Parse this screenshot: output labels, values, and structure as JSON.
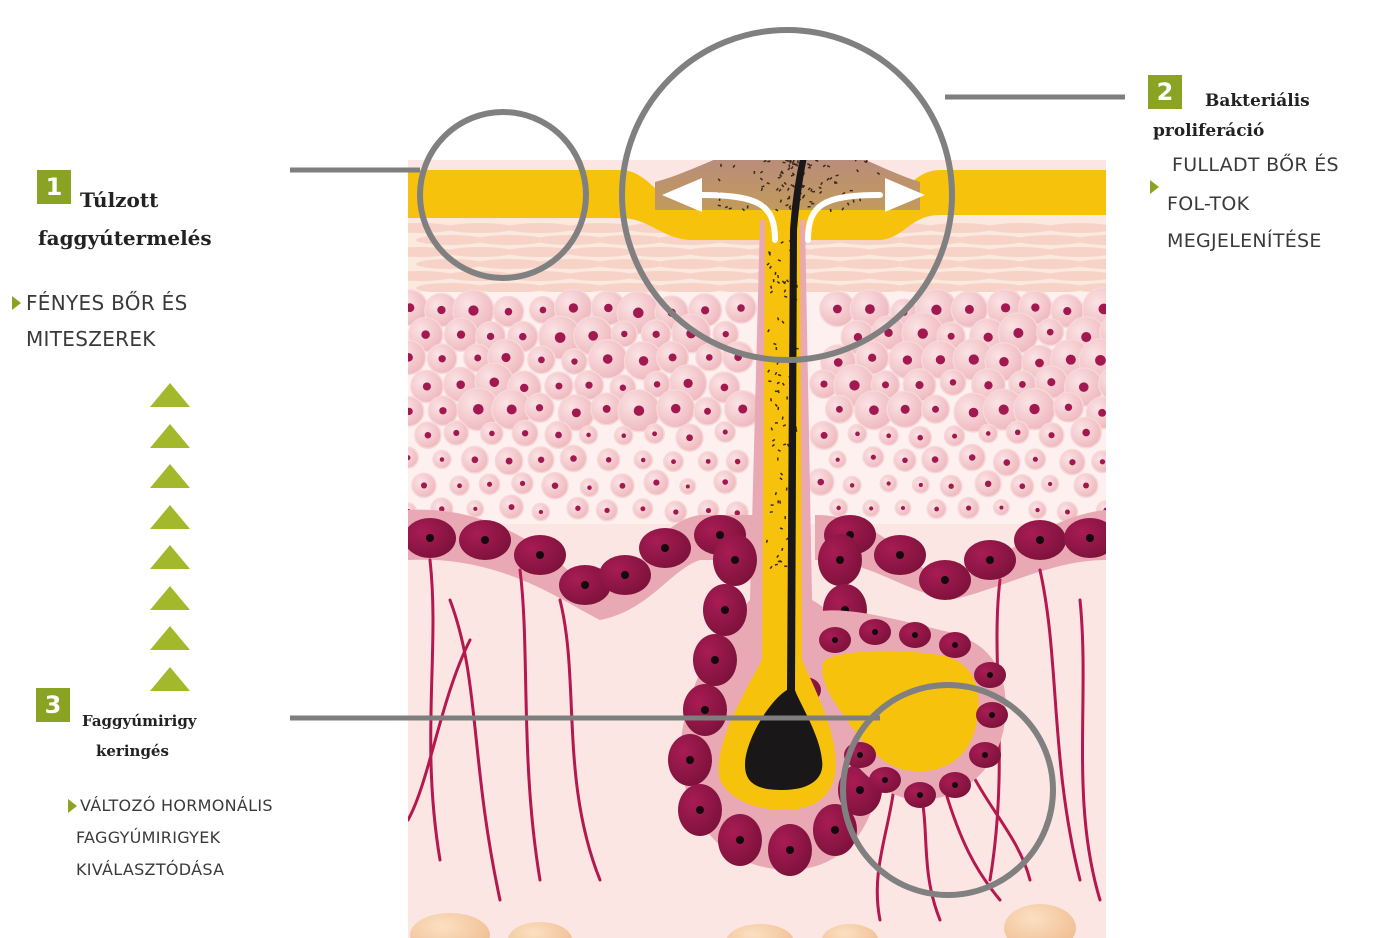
{
  "colors": {
    "badge": "#8aa323",
    "bullet": "#8aa323",
    "triangle": "#a3b82a",
    "sebum": "#f7c20b",
    "dermis": "#f9e3df",
    "cell": "#f2c3c7",
    "nucleus": "#a21850",
    "basal_cell": "#8c1543",
    "vessel": "#b5174f",
    "hair": "#1a1718",
    "callout_line": "#7e7e7e"
  },
  "labels": [
    {
      "id": "label-1",
      "number": "1",
      "title_lines": [
        "Túlzott",
        "faggyútermelés"
      ],
      "description_lines": [
        "FÉNYES BŐR ÉS",
        "MITESZEREK"
      ]
    },
    {
      "id": "label-2",
      "number": "2",
      "title_lines": [
        "Bakteriális",
        "proliferáció"
      ],
      "description_lines": [
        "FULLADT BŐR ÉS",
        "FOL-TOK",
        "MEGJELENÍTÉSE"
      ]
    },
    {
      "id": "label-3",
      "number": "3",
      "title_lines": [
        "Faggyúmirigy",
        "keringés"
      ],
      "description_lines": [
        "VÁLTOZÓ HORMONÁLIS",
        "FAGGYÚMIRIGYEK",
        "KIVÁLASZTÓDÁSA"
      ]
    }
  ],
  "up_arrows": {
    "count": 8
  }
}
